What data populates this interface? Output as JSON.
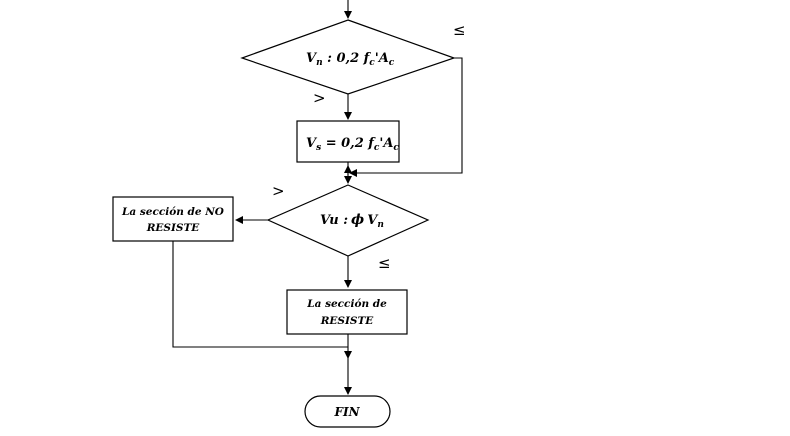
{
  "flowchart": {
    "decision_vn": {
      "var": "V",
      "var_sub": "n",
      "mid": " : 0,2 f",
      "fc_sub": "c",
      "prime_ac": "'A",
      "ac_sub": "c"
    },
    "branch_le_top": "≤",
    "branch_gt_top": ">",
    "process_vs": {
      "var": "V",
      "var_sub": "s",
      "mid": " =  0,2 f",
      "fc_sub": "c",
      "prime_ac": "'A",
      "ac_sub": "c"
    },
    "branch_gt_mid": ">",
    "decision_vu": {
      "lead": "Vu  :",
      "phi": "ϕ",
      "var": "V",
      "var_sub": "n"
    },
    "branch_le_mid": "≤",
    "box_no_resiste": {
      "line1": "La sección de NO",
      "line2": "RESISTE"
    },
    "box_resiste": {
      "line1": "La sección de",
      "line2": "RESISTE"
    },
    "terminal_end": "FIN"
  }
}
